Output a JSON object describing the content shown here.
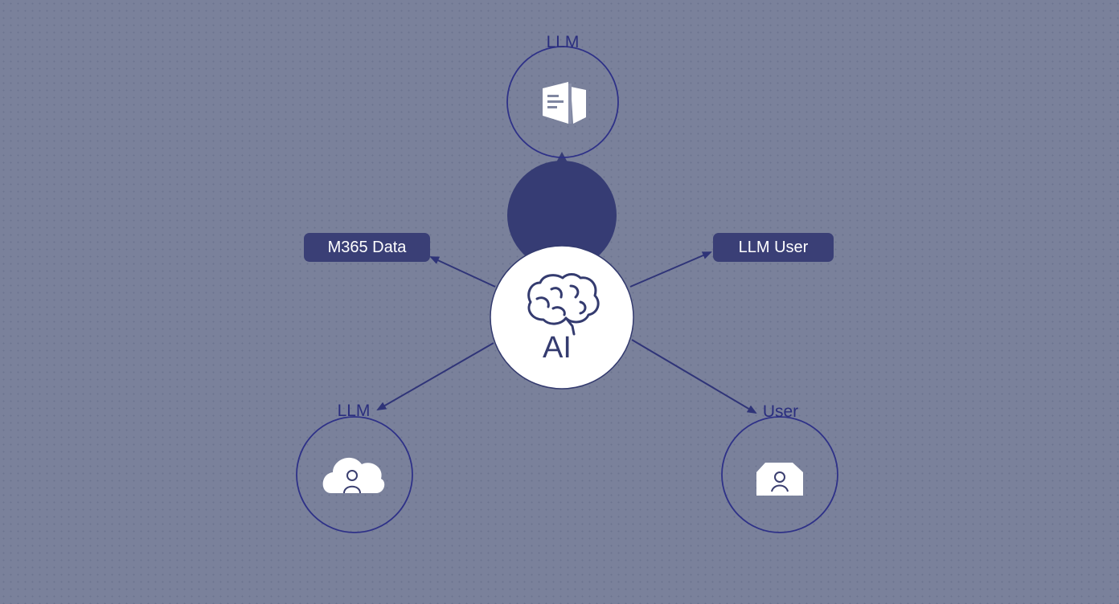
{
  "nodes": {
    "top": {
      "label": "LLM",
      "icon": "document-stack-icon"
    },
    "left_bottom": {
      "label": "LLM",
      "icon": "cloud-user-icon"
    },
    "right_bottom": {
      "label": "User",
      "icon": "user-card-icon"
    }
  },
  "pills": {
    "left": "M365 Data",
    "right": "LLM User"
  },
  "center": {
    "text": "AI",
    "icon": "brain-icon"
  },
  "colors": {
    "background": "#7a819b",
    "ring_stroke": "#2e3188",
    "pill_fill": "#3a3f76",
    "dark_circle": "#363c74",
    "center_fill": "#ffffff",
    "arrow": "#2f3478",
    "icon_fill": "#ffffff"
  }
}
